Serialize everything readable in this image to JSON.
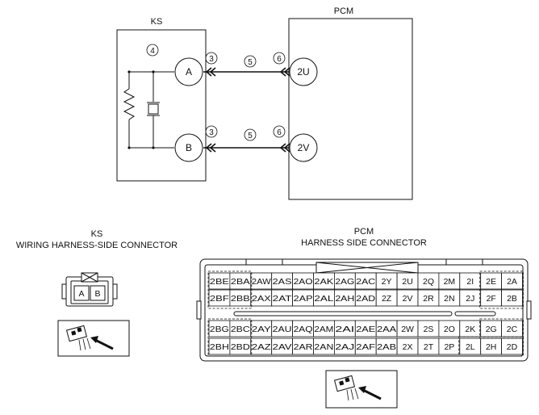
{
  "schematic": {
    "ks_label": "KS",
    "pcm_label": "PCM",
    "note4": "4",
    "note3a": "3",
    "note5a": "5",
    "note6a": "6",
    "note3b": "3",
    "note5b": "5",
    "note6b": "6",
    "ks_pin_a": "A",
    "ks_pin_b": "B",
    "pcm_pin_a": "2U",
    "pcm_pin_b": "2V"
  },
  "ks_connector": {
    "title1": "KS",
    "title2": "WIRING HARNESS-SIDE CONNECTOR",
    "pins": [
      "A",
      "B"
    ]
  },
  "pcm_connector": {
    "title1": "PCM",
    "title2": "HARNESS SIDE CONNECTOR",
    "rows": [
      [
        "2BE",
        "2BA",
        "2AW",
        "2AS",
        "2AO",
        "2AK",
        "2AG",
        "2AC",
        "2Y",
        "2U",
        "2Q",
        "2M",
        "2I",
        "2E",
        "2A"
      ],
      [
        "2BF",
        "2BB",
        "2AX",
        "2AT",
        "2AP",
        "2AL",
        "2AH",
        "2AD",
        "2Z",
        "2V",
        "2R",
        "2N",
        "2J",
        "2F",
        "2B"
      ],
      [
        "2BG",
        "2BC",
        "2AY",
        "2AU",
        "2AQ",
        "2AM",
        "2AI",
        "2AE",
        "2AA",
        "2W",
        "2S",
        "2O",
        "2K",
        "2G",
        "2C"
      ],
      [
        "2BH",
        "2BD",
        "2AZ",
        "2AV",
        "2AR",
        "2AN",
        "2AJ",
        "2AF",
        "2AB",
        "2X",
        "2T",
        "2P",
        "2L",
        "2H",
        "2D"
      ]
    ]
  }
}
